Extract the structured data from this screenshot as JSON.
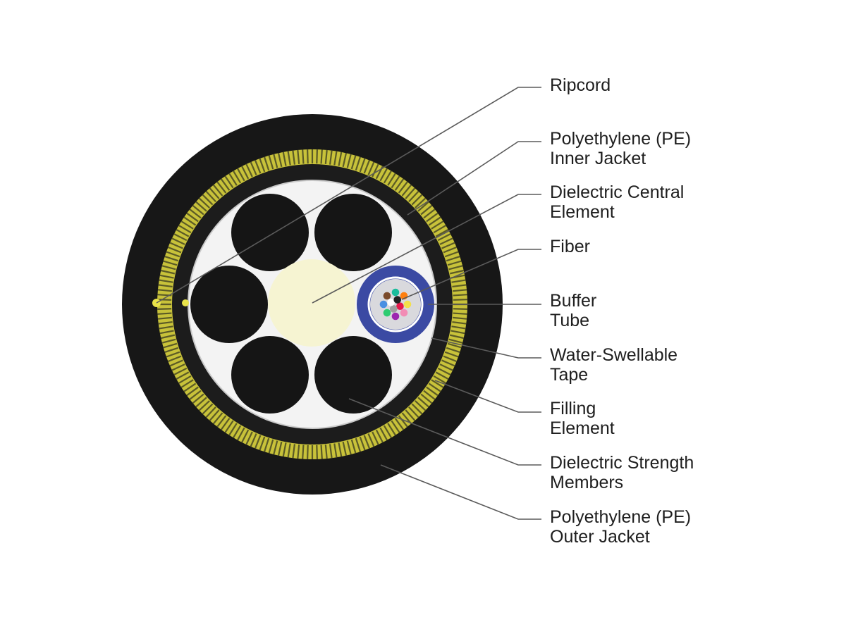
{
  "colors": {
    "outer_jacket": "#171717",
    "strength_band": "#c8c23a",
    "strength_band_stripe": "#5b5a26",
    "inner_jacket": "#1c1c1c",
    "tape": "#f3f3f3",
    "central_element": "#f6f4d2",
    "filling_element": "#151515",
    "buffer_tube": "#3b4aa3",
    "buffer_tube_inner": "#d9d9dd",
    "ripcord": "#e9e34a",
    "leader_line": "#5a5a5a"
  },
  "fibers": [
    "#e6194b",
    "#a0a0a0",
    "#ffffff",
    "#222222",
    "#f3e04a",
    "#f28cb5",
    "#9c27b0",
    "#2ecc71",
    "#4a90e2",
    "#7a4a2a",
    "#1abc9c",
    "#ff7f0e"
  ],
  "labels": {
    "ripcord": [
      "Ripcord"
    ],
    "inner_jacket": [
      "Polyethylene (PE)",
      "Inner Jacket"
    ],
    "central_element": [
      "Dielectric Central",
      "Element"
    ],
    "fiber": [
      "Fiber"
    ],
    "buffer_tube": [
      "Buffer",
      "Tube"
    ],
    "water_tape": [
      "Water-Swellable",
      "Tape"
    ],
    "filling_element": [
      "Filling",
      "Element"
    ],
    "strength_members": [
      "Dielectric Strength",
      "Members"
    ],
    "outer_jacket": [
      "Polyethylene (PE)",
      "Outer Jacket"
    ]
  }
}
